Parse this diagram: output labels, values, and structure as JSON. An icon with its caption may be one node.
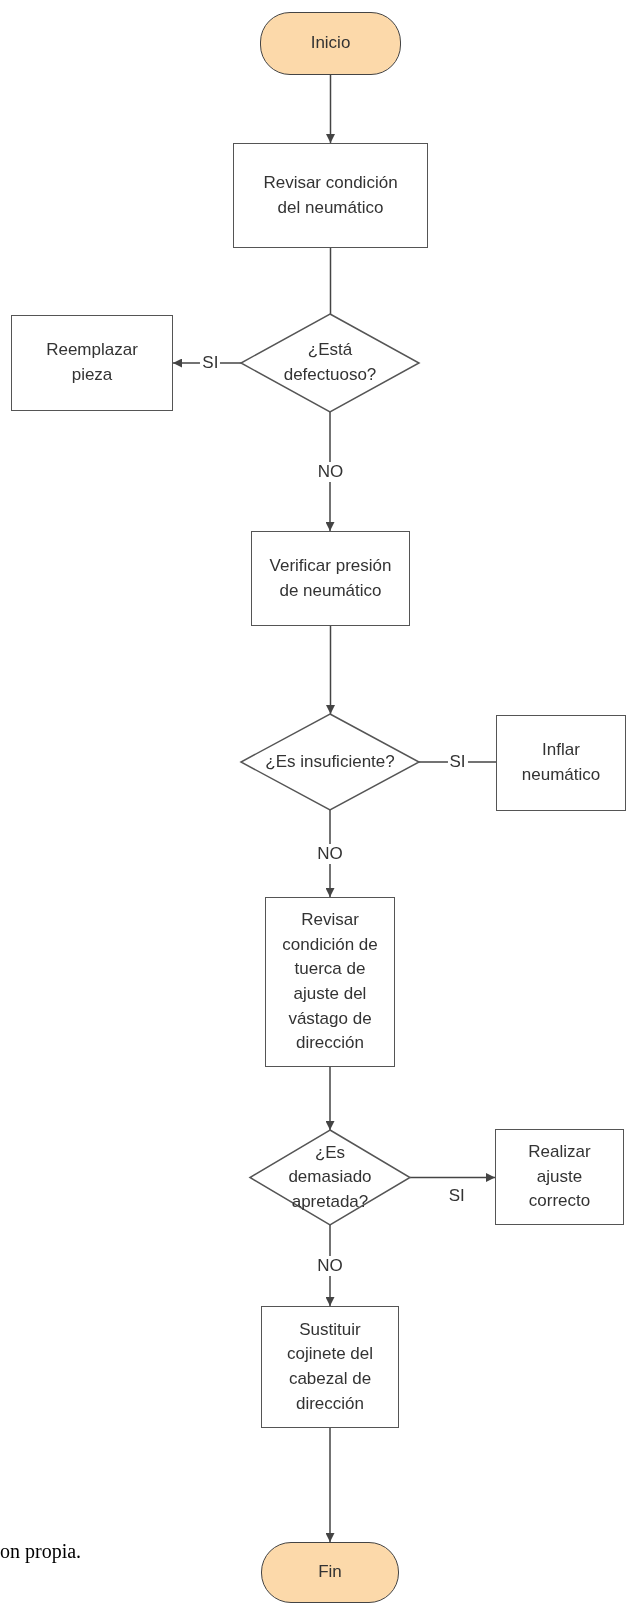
{
  "diagram": {
    "nodes": [
      {
        "text": [
          "Inicio"
        ]
      },
      {
        "text": [
          "Revisar condición del neumático"
        ]
      },
      {
        "text": [
          "¿Está defectuoso?"
        ]
      },
      {
        "text": [
          "Reemplazar pieza"
        ]
      },
      {
        "text": [
          "Verificar presión de neumático"
        ]
      },
      {
        "text": [
          "¿Es insuficiente?"
        ]
      },
      {
        "text": [
          "Inflar neumático"
        ]
      },
      {
        "text": [
          "Revisar condición de tuerca de ajuste del vástago de dirección"
        ]
      },
      {
        "text": [
          "¿Es demasiado apretada?"
        ]
      },
      {
        "text": [
          "Realizar ajuste correcto"
        ]
      },
      {
        "text": [
          "Sustituir cojinete del cabezal de dirección"
        ]
      },
      {
        "text": [
          "Fin"
        ]
      }
    ],
    "edges": [
      {
        "from": 0,
        "to": 1,
        "arrow": "to"
      },
      {
        "from": 1,
        "to": 2,
        "arrow": "none"
      },
      {
        "from": 2,
        "to": 3,
        "arrow": "to",
        "label": "SI"
      },
      {
        "from": 2,
        "to": 4,
        "arrow": "to",
        "label": "NO"
      },
      {
        "from": 4,
        "to": 5,
        "arrow": "to"
      },
      {
        "from": 5,
        "to": 6,
        "arrow": "none",
        "label": "SI"
      },
      {
        "from": 5,
        "to": 7,
        "arrow": "to",
        "label": "NO"
      },
      {
        "from": 7,
        "to": 8,
        "arrow": "to"
      },
      {
        "from": 8,
        "to": 9,
        "arrow": "to",
        "label": "SI"
      },
      {
        "from": 8,
        "to": 10,
        "arrow": "to",
        "label": "NO"
      },
      {
        "from": 10,
        "to": 11,
        "arrow": "to"
      }
    ],
    "labels": [
      "on propia."
    ]
  }
}
